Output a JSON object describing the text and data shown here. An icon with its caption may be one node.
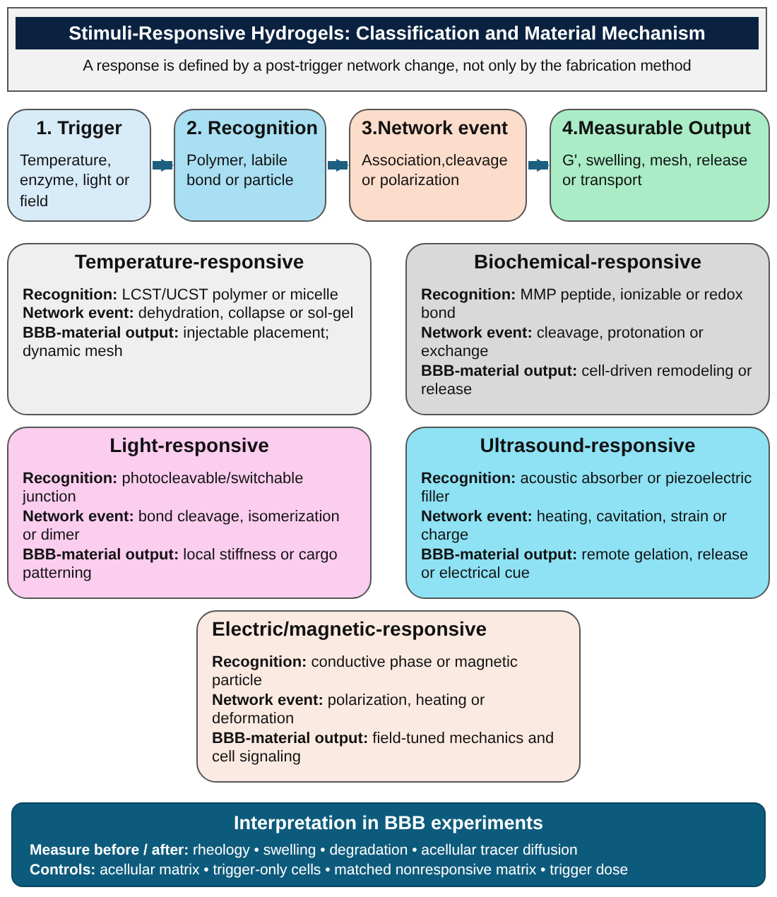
{
  "diagram": {
    "nodes": [
      {
        "text": [
          "Stimuli-Responsive Hydrogels: Classification and Material Mechanism",
          "A response is defined by a post-trigger network change, not only by the fabrication method"
        ]
      },
      {
        "text": [
          "1. Trigger",
          "Temperature, enzyme, light or field"
        ]
      },
      {
        "text": [
          "2. Recognition",
          "Polymer, labile bond or particle"
        ]
      },
      {
        "text": [
          "3.Network event",
          "Association,cleavage or polarization"
        ]
      },
      {
        "text": [
          "4.Measurable Output",
          "G', swelling, mesh, release or transport"
        ]
      },
      {
        "text": [
          "Temperature-responsive",
          "**Recognition:** LCST/UCST polymer or micelle",
          "**Network event:** dehydration, collapse or sol-gel",
          "**BBB-material output:** injectable placement; dynamic mesh"
        ]
      },
      {
        "text": [
          "Biochemical-responsive",
          "**Recognition:** MMP peptide, ionizable or redox bond",
          "**Network event:** cleavage, protonation or exchange",
          "**BBB-material output:** cell-driven remodeling or release"
        ]
      },
      {
        "text": [
          "Light-responsive",
          "**Recognition:** photocleavable/switchable junction",
          "**Network event:** bond cleavage, isomerization or dimer",
          "**BBB-material output:** local stiffness or cargo patterning"
        ]
      },
      {
        "text": [
          "Ultrasound-responsive",
          "**Recognition:** acoustic absorber or piezoelectric filler",
          "**Network event:** heating, cavitation, strain or charge",
          "**BBB-material output:** remote gelation, release or electrical cue"
        ]
      },
      {
        "text": [
          "Electric/magnetic-responsive",
          "**Recognition:** conductive phase or magnetic particle",
          "**Network event:** polarization, heating or deformation",
          "**BBB-material output:** field-tuned mechanics and cell signaling"
        ]
      },
      {
        "text": [
          "Interpretation in BBB experiments",
          "**Measure before / after:** rheology • swelling • degradation • acellular tracer diffusion",
          "**Controls:** acellular matrix • trigger-only cells • matched nonresponsive matrix • trigger dose"
        ]
      }
    ],
    "edges": [
      {
        "from": 1,
        "to": 2,
        "arrow": "to"
      },
      {
        "from": 2,
        "to": 3,
        "arrow": "to"
      },
      {
        "from": 3,
        "to": 4,
        "arrow": "to"
      }
    ]
  }
}
